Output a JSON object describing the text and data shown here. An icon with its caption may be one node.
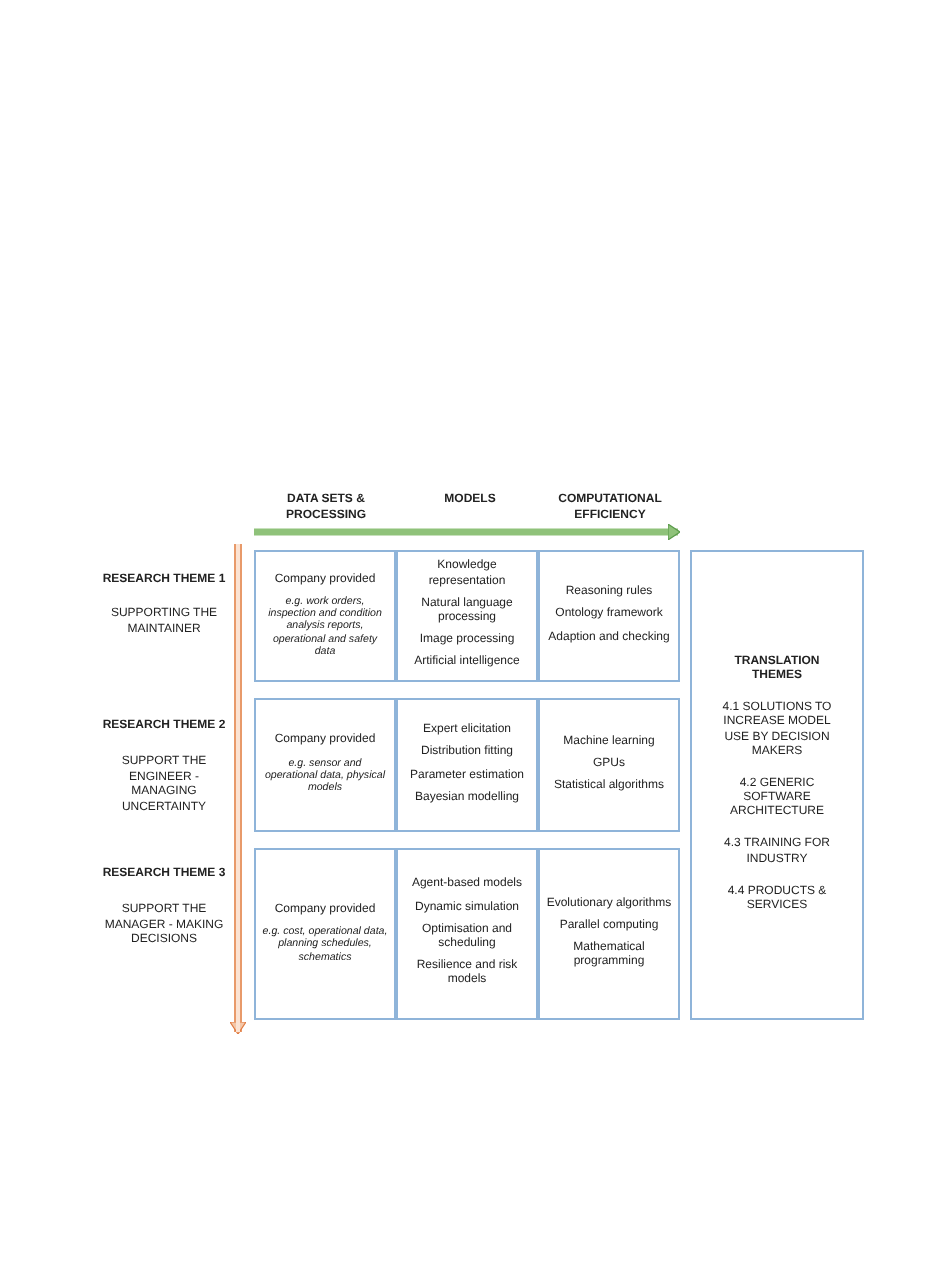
{
  "diagram": {
    "nodes": [
      {
        "text": [
          "Company provided",
          "e.g. work orders, inspection and condition analysis reports, operational and safety data"
        ]
      },
      {
        "text": [
          "Knowledge representation",
          "Natural language processing",
          "Image processing",
          "Artificial intelligence"
        ]
      },
      {
        "text": [
          "Reasoning rules",
          "Ontology framework",
          "Adaption and checking"
        ]
      },
      {
        "text": [
          "Company provided",
          "e.g. sensor and operational data, physical models"
        ]
      },
      {
        "text": [
          "Expert elicitation",
          "Distribution fitting",
          "Parameter estimation",
          "Bayesian modelling"
        ]
      },
      {
        "text": [
          "Machine learning",
          "GPUs",
          "Statistical algorithms"
        ]
      },
      {
        "text": [
          "Company provided",
          "e.g. cost, operational data, planning schedules, schematics"
        ]
      },
      {
        "text": [
          "Agent-based models",
          "Dynamic simulation",
          "Optimisation and scheduling",
          "Resilience and risk models"
        ]
      },
      {
        "text": [
          "Evolutionary algorithms",
          "Parallel computing",
          "Mathematical programming"
        ]
      },
      {
        "text": [
          "TRANSLATION THEMES",
          "4.1 SOLUTIONS TO INCREASE MODEL USE BY DECISION MAKERS",
          "4.2 GENERIC SOFTWARE ARCHITECTURE",
          "4.3 TRAINING FOR INDUSTRY",
          "4.4 PRODUCTS & SERVICES"
        ]
      }
    ],
    "labels": [
      "DATA SETS & PROCESSING",
      "MODELS",
      "COMPUTATIONAL EFFICIENCY",
      "RESEARCH THEME 1",
      "SUPPORTING THE MAINTAINER",
      "RESEARCH THEME 2",
      "SUPPORT THE ENGINEER - MANAGING UNCERTAINTY",
      "RESEARCH THEME 3",
      "SUPPORT THE MANAGER - MAKING DECISIONS"
    ]
  }
}
